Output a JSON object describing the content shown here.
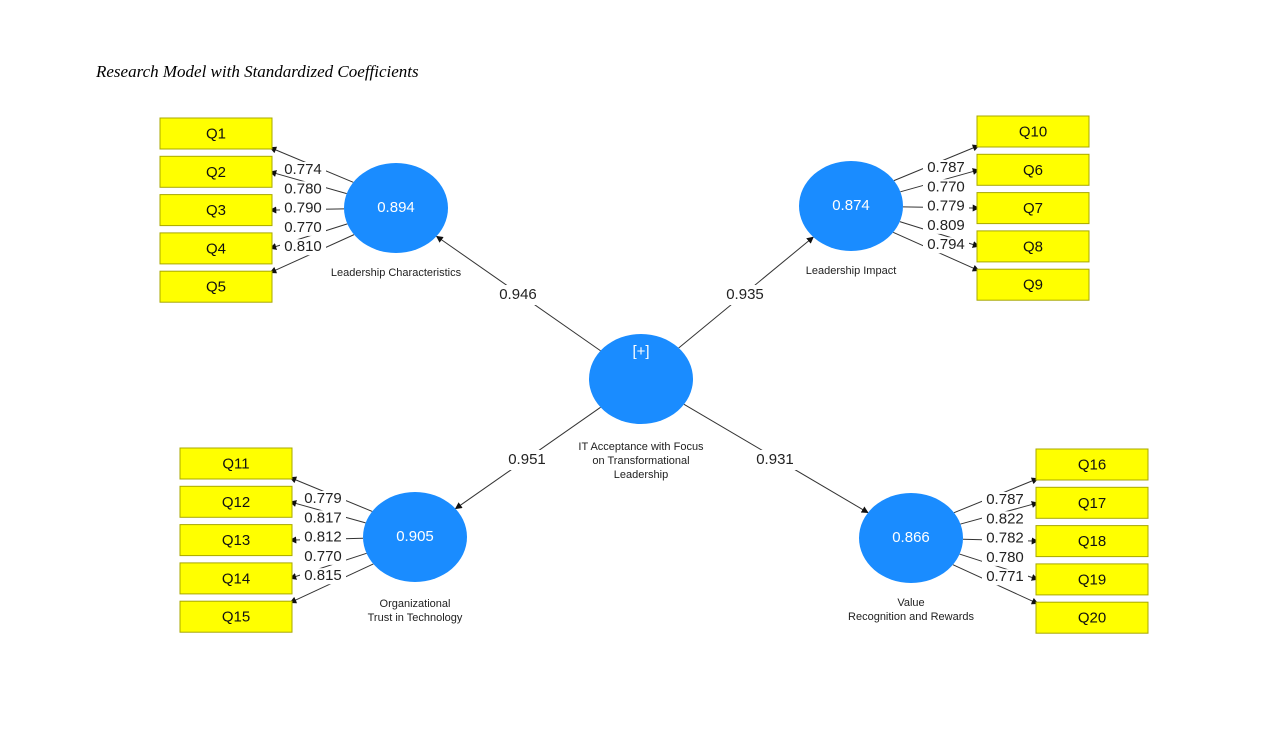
{
  "title": "Research Model with Standardized Coefficients",
  "central": {
    "value": "[+]",
    "label_lines": [
      "IT Acceptance with Focus",
      "on Transformational",
      "Leadership"
    ]
  },
  "constructs": [
    {
      "id": "lc",
      "value": "0.894",
      "label_lines": [
        "Leadership Characteristics"
      ],
      "path_coef": "0.946",
      "loadings": [
        {
          "indicator": "Q1",
          "value": "0.774"
        },
        {
          "indicator": "Q2",
          "value": "0.780"
        },
        {
          "indicator": "Q3",
          "value": "0.790"
        },
        {
          "indicator": "Q4",
          "value": "0.770"
        },
        {
          "indicator": "Q5",
          "value": "0.810"
        }
      ]
    },
    {
      "id": "li",
      "value": "0.874",
      "label_lines": [
        "Leadership Impact"
      ],
      "path_coef": "0.935",
      "loadings": [
        {
          "indicator": "Q10",
          "value": "0.787"
        },
        {
          "indicator": "Q6",
          "value": "0.770"
        },
        {
          "indicator": "Q7",
          "value": "0.779"
        },
        {
          "indicator": "Q8",
          "value": "0.809"
        },
        {
          "indicator": "Q9",
          "value": "0.794"
        }
      ]
    },
    {
      "id": "ot",
      "value": "0.905",
      "label_lines": [
        "Organizational",
        "Trust in Technology"
      ],
      "path_coef": "0.951",
      "loadings": [
        {
          "indicator": "Q11",
          "value": "0.779"
        },
        {
          "indicator": "Q12",
          "value": "0.817"
        },
        {
          "indicator": "Q13",
          "value": "0.812"
        },
        {
          "indicator": "Q14",
          "value": "0.770"
        },
        {
          "indicator": "Q15",
          "value": "0.815"
        }
      ]
    },
    {
      "id": "vr",
      "value": "0.866",
      "label_lines": [
        "Value",
        "Recognition and Rewards"
      ],
      "path_coef": "0.931",
      "loadings": [
        {
          "indicator": "Q16",
          "value": "0.787"
        },
        {
          "indicator": "Q17",
          "value": "0.822"
        },
        {
          "indicator": "Q18",
          "value": "0.782"
        },
        {
          "indicator": "Q19",
          "value": "0.780"
        },
        {
          "indicator": "Q20",
          "value": "0.771"
        }
      ]
    }
  ],
  "colors": {
    "latent": "#1a8cff",
    "indicator": "#ffff00"
  }
}
